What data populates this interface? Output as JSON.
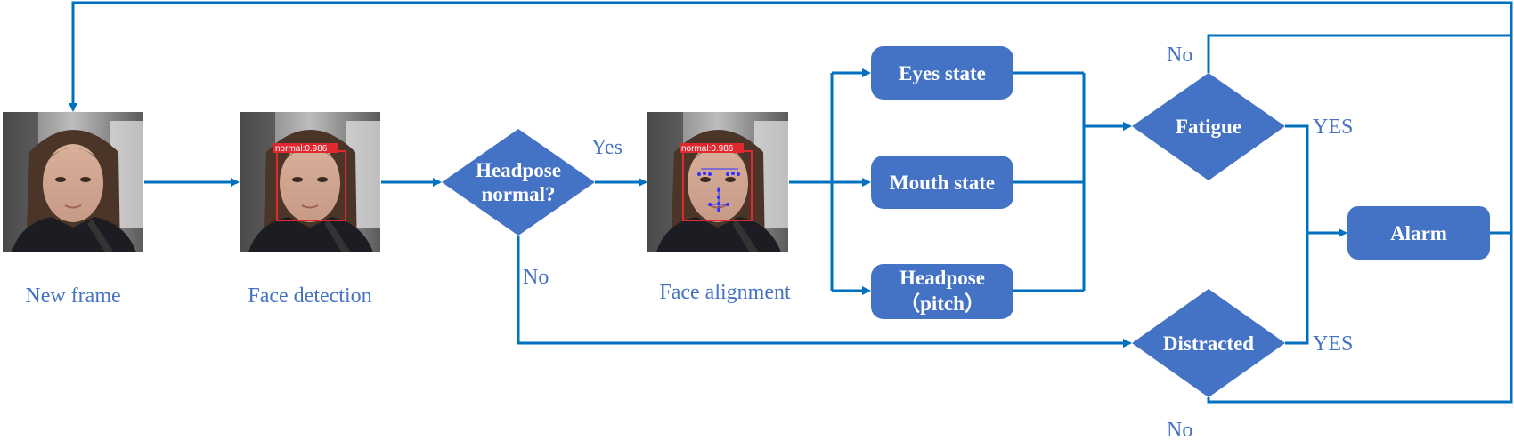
{
  "colors": {
    "node_fill": "#4472C4",
    "arrow": "#0070C0",
    "label_text": "#4472C4",
    "node_text": "#FFFFFF",
    "bbox_red": "#E0282E",
    "landmark_blue": "#3030FF"
  },
  "images": {
    "new_frame": {
      "label": "New frame",
      "icon": "face-photo-icon"
    },
    "face_detection": {
      "label": "Face detection",
      "overlay_text": "normal:0.986",
      "icon": "face-detection-photo-icon"
    },
    "face_alignment": {
      "label": "Face alignment",
      "overlay_text": "normal:0.986",
      "icon": "face-landmarks-photo-icon"
    }
  },
  "nodes": {
    "headpose_check": {
      "line1": "Headpose",
      "line2": "normal?"
    },
    "eyes_state": "Eyes state",
    "mouth_state": "Mouth state",
    "headpose_pitch": {
      "line1": "Headpose",
      "line2": "（pitch）"
    },
    "fatigue": "Fatigue",
    "distracted": "Distracted",
    "alarm": "Alarm"
  },
  "edge_labels": {
    "headpose_yes": "Yes",
    "headpose_no": "No",
    "fatigue_yes": "YES",
    "fatigue_no": "No",
    "distracted_yes": "YES",
    "distracted_no": "No"
  }
}
